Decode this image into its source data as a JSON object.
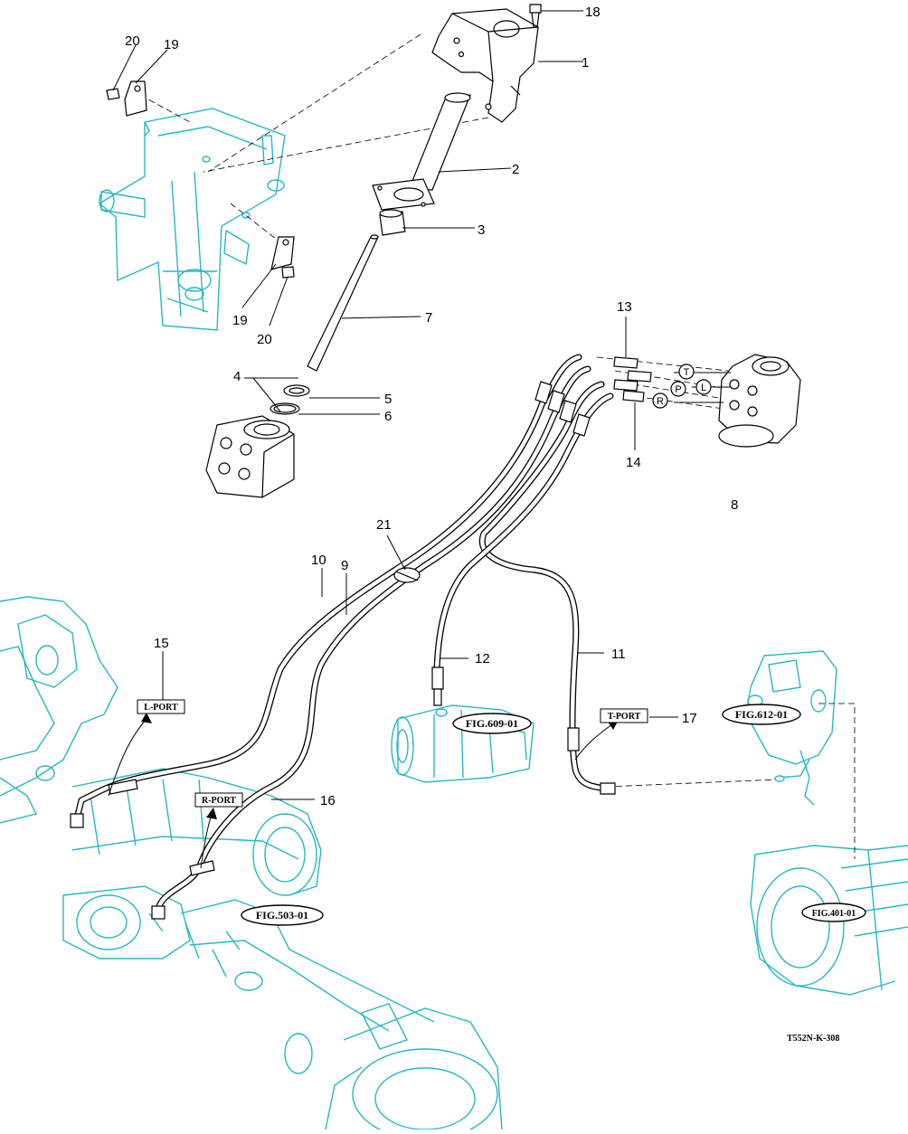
{
  "callouts": {
    "c1": "1",
    "c2": "2",
    "c3": "3",
    "c4": "4",
    "c5": "5",
    "c6": "6",
    "c7": "7",
    "c8": "8",
    "c9": "9",
    "c10": "10",
    "c11": "11",
    "c12": "12",
    "c13": "13",
    "c14": "14",
    "c15": "15",
    "c16": "16",
    "c17": "17",
    "c18": "18",
    "c19a": "19",
    "c19b": "19",
    "c20a": "20",
    "c20b": "20",
    "c21": "21"
  },
  "ports": {
    "left": "L-PORT",
    "right": "R-PORT",
    "tank": "T-PORT"
  },
  "valve_ports": {
    "t": "T",
    "p": "P",
    "l": "L",
    "r": "R"
  },
  "figure_refs": {
    "fig609": "FIG.609-01",
    "fig612": "FIG.612-01",
    "fig503": "FIG.503-01",
    "fig401": "FIG.401-01"
  },
  "drawing_code": "T552N-K-308",
  "colors": {
    "reference_parts": "#27b8c4",
    "line_art": "#000000"
  }
}
